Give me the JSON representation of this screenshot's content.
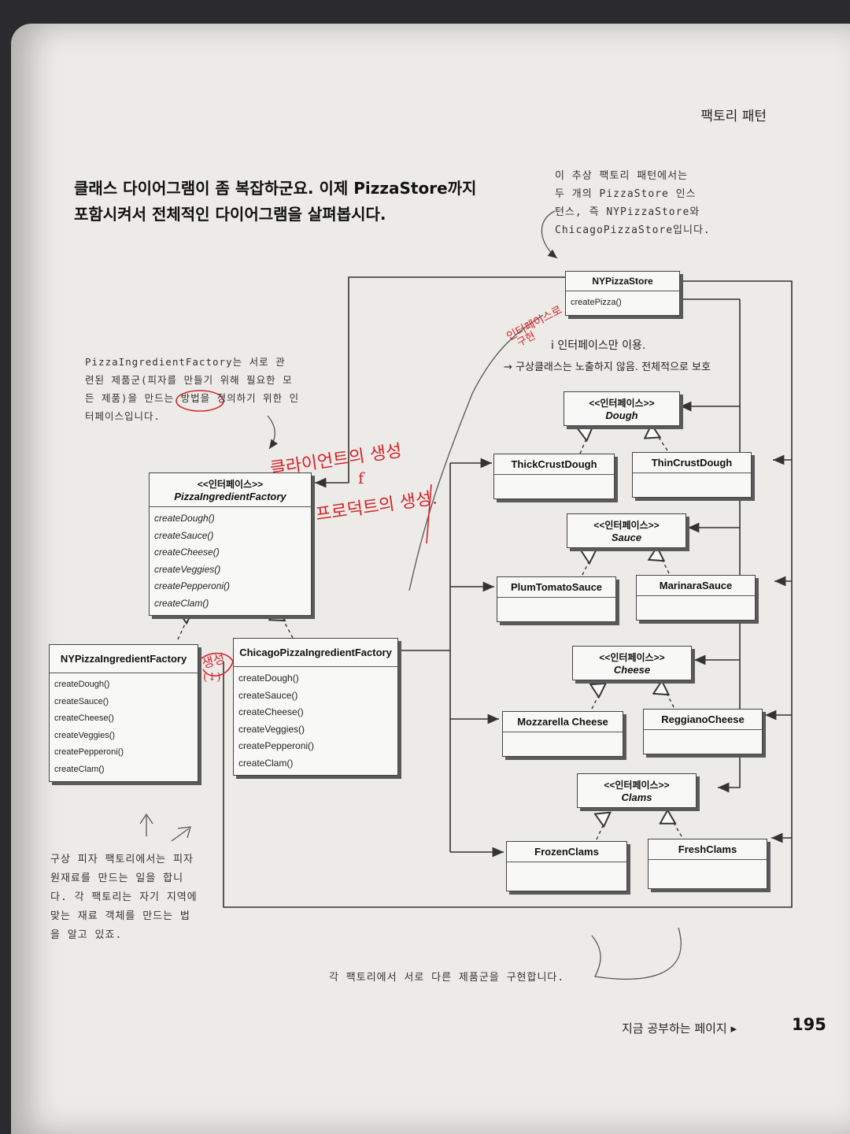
{
  "header": {
    "chapter": "팩토리 패턴"
  },
  "intro": {
    "line1": "클래스 다이어그램이 좀 복잡하군요. 이제 PizzaStore까지",
    "line2": "포함시켜서 전체적인 다이어그램을 살펴봅시다."
  },
  "notes": {
    "top_right": [
      "이 추상 팩토리 패턴에서는",
      "두 개의 PizzaStore 인스",
      "턴스, 즉 NYPizzaStore와",
      "ChicagoPizzaStore입니다."
    ],
    "left": [
      "PizzaIngredientFactory는 서로 관",
      "련된 제품군(피자를 만들기 위해 필요한 모",
      "든 제품)을 만드는 방법을 정의하기 위한 인",
      "터페이스입니다."
    ],
    "bottom_left": [
      "구상 피자 팩토리에서는 피자",
      "원재료를 만드는 일을 합니",
      "다. 각 팩토리는 자기 지역에",
      "맞는 재료 객체를 만드는 법",
      "을 알고 있죠."
    ],
    "bottom": "각 팩토리에서 서로 다른 제품군을 구현합니다."
  },
  "footer": {
    "label": "지금 공부하는 페이지 ▸",
    "page": "195"
  },
  "classes": {
    "ny_store": {
      "name": "NYPizzaStore",
      "method": "createPizza()"
    },
    "factory_iface": {
      "stereo": "<<인터페이스>>",
      "name": "PizzaIngredientFactory",
      "methods": [
        "createDough()",
        "createSauce()",
        "createCheese()",
        "createVeggies()",
        "createPepperoni()",
        "createClam()"
      ]
    },
    "ny_factory": {
      "name": "NYPizzaIngredientFactory",
      "methods": [
        "createDough()",
        "createSauce()",
        "createCheese()",
        "createVeggies()",
        "createPepperoni()",
        "createClam()"
      ]
    },
    "chicago_factory": {
      "name": "ChicagoPizzaIngredientFactory",
      "methods": [
        "createDough()",
        "createSauce()",
        "createCheese()",
        "createVeggies()",
        "createPepperoni()",
        "createClam()"
      ]
    },
    "dough": {
      "stereo": "<<인터페이스>>",
      "name": "Dough"
    },
    "thick": {
      "name": "ThickCrustDough"
    },
    "thin": {
      "name": "ThinCrustDough"
    },
    "sauce": {
      "stereo": "<<인터페이스>>",
      "name": "Sauce"
    },
    "plum": {
      "name": "PlumTomatoSauce"
    },
    "marinara": {
      "name": "MarinaraSauce"
    },
    "cheese": {
      "stereo": "<<인터페이스>>",
      "name": "Cheese"
    },
    "mozz": {
      "name": "Mozzarella Cheese"
    },
    "reggiano": {
      "name": "ReggianoCheese"
    },
    "clams": {
      "stereo": "<<인터페이스>>",
      "name": "Clams"
    },
    "frozen": {
      "name": "FrozenClams"
    },
    "fresh": {
      "name": "FreshClams"
    }
  },
  "handwritten": {
    "a": "인터페이스로",
    "b": "구현",
    "c": "i 인터페이스만 이용.",
    "d": "→ 구상클래스는 노출하지 않음. 전체적으로 보호",
    "e": "클라이언트의 생성",
    "f": "f",
    "g": "프로덕트의 생성.",
    "h": "생성",
    "i": "(↓)"
  }
}
